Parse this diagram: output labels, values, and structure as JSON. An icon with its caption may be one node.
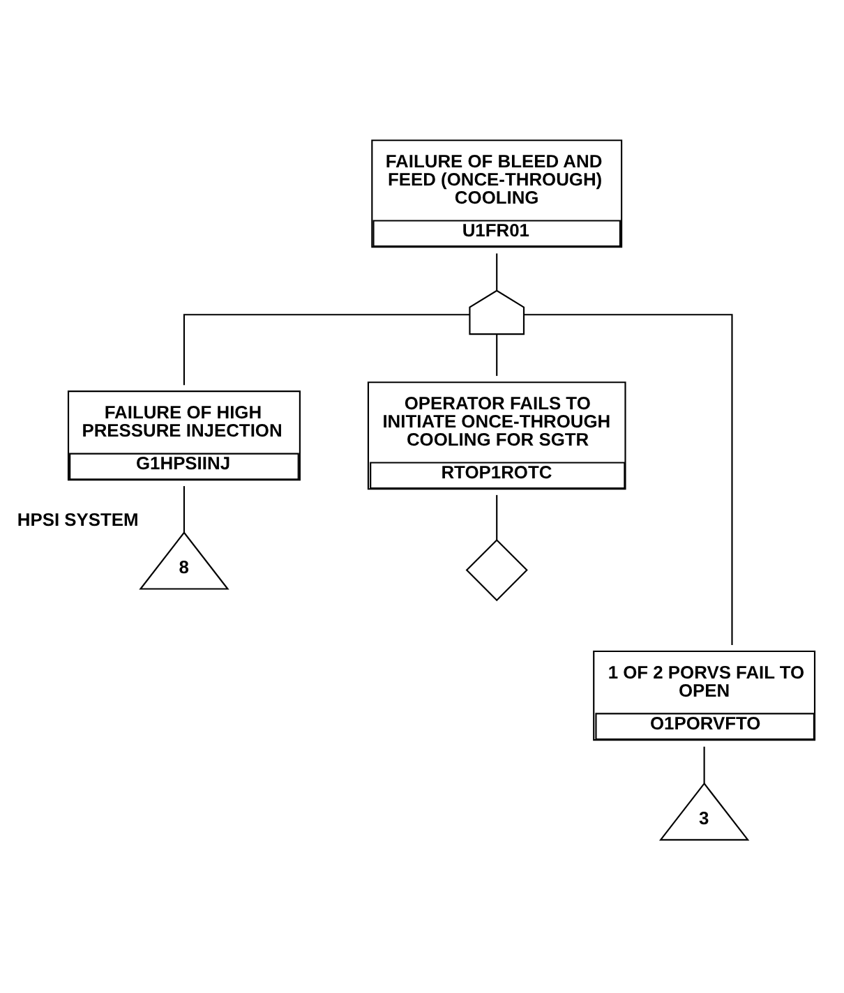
{
  "diagram": {
    "nodes": [
      {
        "text": [
          "FAILURE OF BLEED AND FEED (ONCE-THROUGH) COOLING",
          "U1FR01"
        ]
      },
      {
        "text": [],
        "shape": "gate"
      },
      {
        "text": [
          "FAILURE OF HIGH PRESSURE INJECTION",
          "G1HPSIINJ"
        ]
      },
      {
        "text": [
          "8"
        ],
        "beside": [
          "HPSI SYSTEM"
        ]
      },
      {
        "text": [
          "OPERATOR FAILS TO INITIATE ONCE-THROUGH COOLING FOR SGTR",
          "RTOP1ROTC"
        ]
      },
      {
        "text": [],
        "shape": "diamond"
      },
      {
        "text": [
          "1 OF 2 PORVS FAIL TO OPEN",
          "O1PORVFTO"
        ]
      },
      {
        "text": [
          "3"
        ]
      }
    ],
    "edges": [
      {
        "from": 0,
        "to": 1,
        "arrow": "none"
      },
      {
        "from": 1,
        "to": 2,
        "arrow": "none"
      },
      {
        "from": 1,
        "to": 4,
        "arrow": "none"
      },
      {
        "from": 1,
        "to": 6,
        "arrow": "none"
      },
      {
        "from": 2,
        "to": 3,
        "arrow": "none"
      },
      {
        "from": 4,
        "to": 5,
        "arrow": "none"
      },
      {
        "from": 6,
        "to": 7,
        "arrow": "none"
      }
    ]
  }
}
